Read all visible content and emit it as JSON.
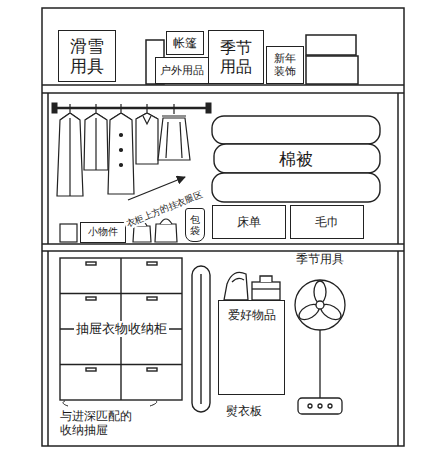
{
  "diagram": {
    "nodes": [
      {
        "text": [
          "滑雪用具"
        ]
      },
      {
        "text": [
          "帐篷"
        ]
      },
      {
        "text": [
          "户外用品"
        ]
      },
      {
        "text": [
          "季节用品"
        ]
      },
      {
        "text": [
          "新年装饰"
        ]
      },
      {
        "text": [
          "小物件"
        ]
      },
      {
        "text": [
          "包袋"
        ]
      },
      {
        "text": [
          "棉被"
        ]
      },
      {
        "text": [
          "床单"
        ]
      },
      {
        "text": [
          "毛巾"
        ]
      },
      {
        "text": [
          "抽屉衣物收纳柜"
        ]
      },
      {
        "text": [
          "爱好物品"
        ]
      }
    ],
    "labels": [
      "衣柜上方的挂衣服区",
      "季节用具",
      "与进深匹配的收纳抽屉",
      "熨衣板"
    ]
  }
}
